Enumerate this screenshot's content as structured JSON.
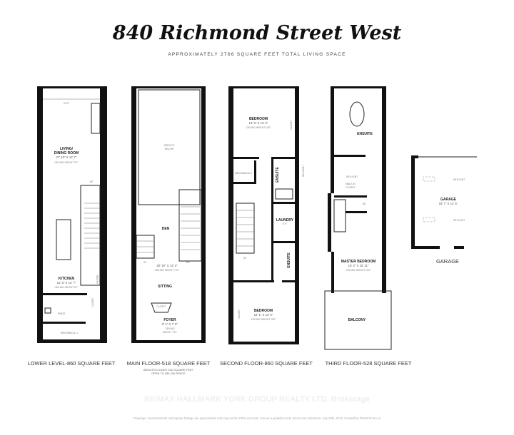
{
  "title": "840 Richmond Street West",
  "subtitle": "APPROXIMATELY 2766 SQUARE FEET TOTAL LIVING SPACE",
  "floors": {
    "lower": {
      "label": "LOWER LEVEL-860 SQUARE FEET",
      "rooms": [
        {
          "name": "LIVING/",
          "name2": "DINING ROOM",
          "dim": "27' 10\" X 12' 7\"",
          "ceiling": "CEILING HEIGHT 7'9\""
        },
        {
          "name": "KITCHEN",
          "dim": "21' 5\" X 12' 7\"",
          "ceiling": "CEILING HEIGHT 6'7\""
        },
        {
          "name": "PWDR"
        },
        {
          "name": "MECHANICAL 1"
        }
      ],
      "marks": {
        "exit": "EXIT",
        "up": "UP",
        "pantry": "PANTRY",
        "closet": "CLOSET"
      }
    },
    "main": {
      "label": "MAIN FLOOR-518 SQUARE FEET",
      "note1": "AREA EXCLUDES 316 SQUARE FEET",
      "note2": "OPEN TO BELOW SPACE",
      "open": "OPEN TO",
      "open2": "BELOW",
      "rooms": [
        {
          "name": "DEN",
          "dim": "20' 10\" X 13' 3\"",
          "ceiling": "CEILING HEIGHT 7'11\""
        },
        {
          "name": "SITTING"
        },
        {
          "name": "FOYER",
          "dim": "8' 1\" X 7' 9\"",
          "ceiling": "CEILING",
          "ceiling2": "HEIGHT 7'11\""
        }
      ],
      "marks": {
        "up": "UP",
        "dn": "DN",
        "closet": "CLOSET"
      }
    },
    "second": {
      "label": "SECOND FLOOR-860 SQUARE FEET",
      "rooms": [
        {
          "name": "BEDROOM",
          "dim": "14' 6\" X 14' 5\"",
          "ceiling": "CEILING HEIGHT 10'0\""
        },
        {
          "name": "MECHANICAL 2"
        },
        {
          "name": "ENSUITE"
        },
        {
          "name": "LAUNDRY",
          "dim": "5' 5\""
        },
        {
          "name": "ENSUITE"
        },
        {
          "name": "BEDROOM",
          "dim": "12' 1\" X 12' 9\"",
          "ceiling": "CEILING HEIGHT 10'0\""
        }
      ],
      "marks": {
        "up": "UP",
        "skylight": "SKYLIGHT",
        "closet": "CLOSET"
      }
    },
    "third": {
      "label": "THIRD FLOOR-528 SQUARE FEET",
      "rooms": [
        {
          "name": "ENSUITE"
        },
        {
          "name": "WALK-IN",
          "name2": "CLOSET"
        },
        {
          "name": "MASTER BEDROOM",
          "dim": "16' 3\" X 10' 11\"",
          "ceiling": "CEILING HEIGHT 10'0\""
        },
        {
          "name": "BALCONY"
        }
      ],
      "marks": {
        "skylight": "SKYLIGHT",
        "dn": "DN"
      }
    },
    "garage": {
      "label": "GARAGE",
      "room": {
        "name": "GARAGE",
        "dim": "18' 7\" X 14' 5\""
      },
      "skylight": "SKYLIGHT"
    }
  },
  "watermark": "RE/MAX HALLMARK YORK GROUP REALTY LTD. Brokerage",
  "disclaimer": "Drawings, measurements and square footage are approximate and may not be 100% accurate. Use as a guideline only. Errors and omissions. July 29th, 2016. Created by PlansForYou.ca"
}
